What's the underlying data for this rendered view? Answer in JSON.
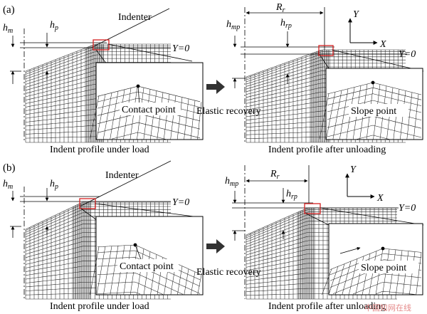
{
  "panels": [
    {
      "letter": "(a)",
      "left": {
        "h_main": "h",
        "h_sub": "m",
        "p_main": "h",
        "p_sub": "p",
        "indenter": "Indenter",
        "y0": "Y=0",
        "callout": "Contact point",
        "caption": "Indent profile under load"
      },
      "middle": "Elastic recovery",
      "right": {
        "R_main": "R",
        "R_sub": "r",
        "hm_main": "h",
        "hm_sub": "mp",
        "hr_main": "h",
        "hr_sub": "rp",
        "axis_y": "Y",
        "axis_x": "X",
        "y0": "Y=0",
        "callout": "Slope point",
        "caption": "Indent profile after unloading"
      }
    },
    {
      "letter": "(b)",
      "left": {
        "h_main": "h",
        "h_sub": "m",
        "p_main": "h",
        "p_sub": "p",
        "indenter": "Indenter",
        "y0": "Y=0",
        "callout": "Contact point",
        "caption": "Indent profile under load"
      },
      "middle": "Elastic recovery",
      "right": {
        "R_main": "R",
        "R_sub": "r",
        "hm_main": "h",
        "hm_sub": "mp",
        "hr_main": "h",
        "hr_sub": "rp",
        "axis_y": "Y",
        "axis_x": "X",
        "y0": "Y=0",
        "callout": "Slope point",
        "caption": "Indent profile after unloading"
      }
    }
  ],
  "watermark": "中国知网在线",
  "colors": {
    "highlight_box": "#d42020",
    "mesh": "#222222"
  }
}
